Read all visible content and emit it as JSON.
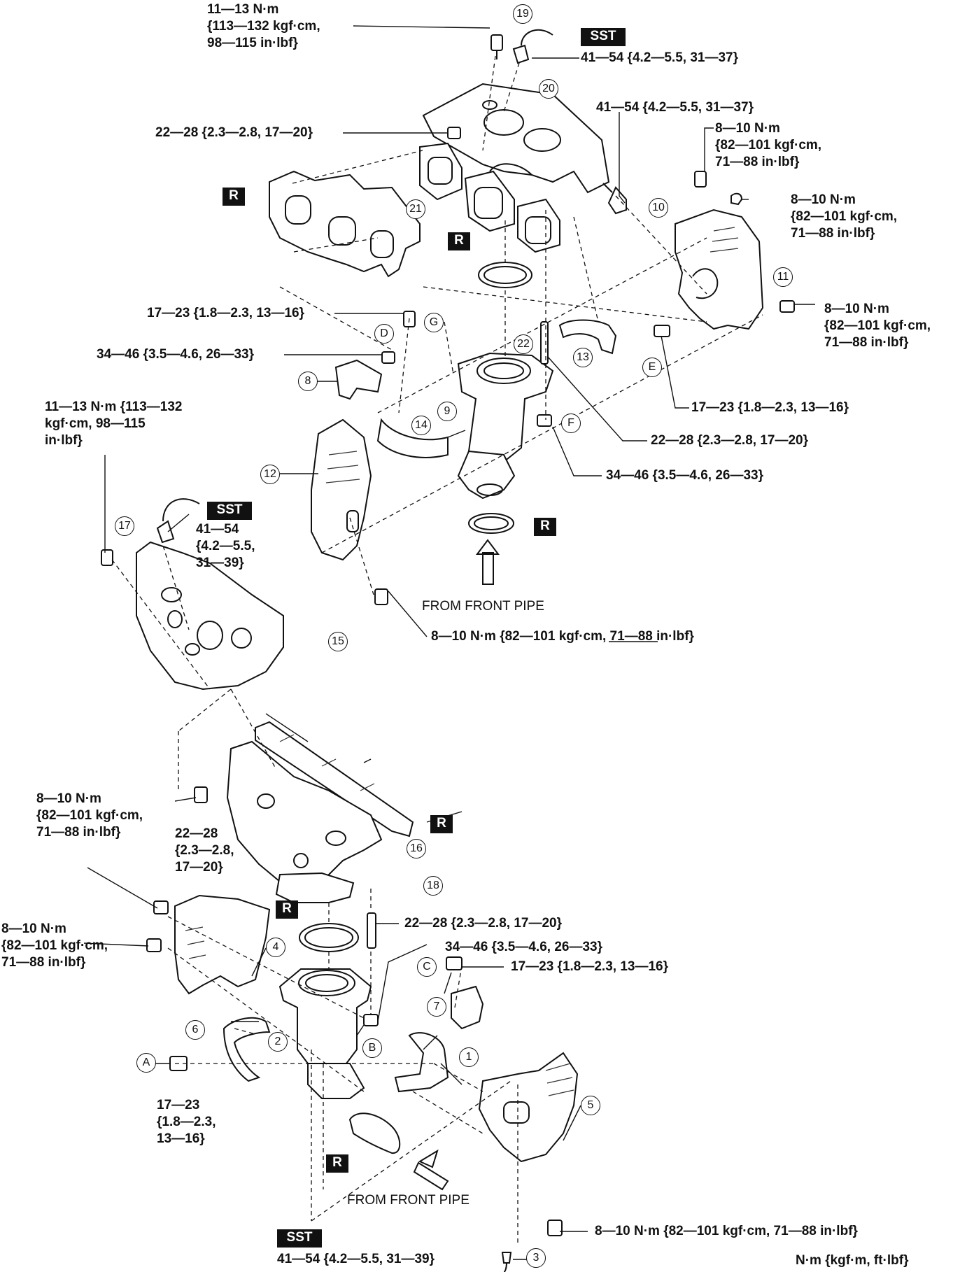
{
  "torques": {
    "t1": "11—13 N·m\n{113—132 kgf·cm,\n98—115 in·lbf}",
    "t2": "41—54 {4.2—5.5, 31—37}",
    "t3": "41—54 {4.2—5.5, 31—37}",
    "t4": "22—28 {2.3—2.8, 17—20}",
    "t5": "8—10 N·m\n{82—101 kgf·cm,\n71—88 in·lbf}",
    "t6": "8—10 N·m\n{82—101 kgf·cm,\n71—88 in·lbf}",
    "t7": "8—10 N·m\n{82—101 kgf·cm,\n71—88 in·lbf}",
    "t8": "17—23 {1.8—2.3, 13—16}",
    "t9": "34—46 {3.5—4.6, 26—33}",
    "t10": "17—23 {1.8—2.3, 13—16}",
    "t11": "22—28 {2.3—2.8, 17—20}",
    "t12": "11—13 N·m {113—132\nkgf·cm, 98—115\nin·lbf}",
    "t13": "34—46 {3.5—4.6, 26—33}",
    "t14": "41—54\n{4.2—5.5,\n31—39}",
    "t15": "8—10 N·m {82—101 kgf·cm, 71—88 in·lbf}",
    "t16": "8—10 N·m\n{82—101 kgf·cm,\n71—88 in·lbf}",
    "t17": "22—28\n{2.3—2.8,\n17—20}",
    "t18": "8—10 N·m\n{82—101 kgf·cm,\n71—88 in·lbf}",
    "t19": "22—28 {2.3—2.8, 17—20}",
    "t20": "34—46 {3.5—4.6, 26—33}",
    "t21": "17—23 {1.8—2.3, 13—16}",
    "t22": "17—23\n{1.8—2.3,\n13—16}",
    "t23": "8—10 N·m {82—101 kgf·cm, 71—88 in·lbf}",
    "t24": "41—54 {4.2—5.5, 31—39}"
  },
  "tags": {
    "sst": "SST",
    "r": "R"
  },
  "captions": {
    "front_pipe": "FROM FRONT PIPE",
    "units": "N·m {kgf·m, ft·lbf}"
  },
  "part_numbers": {
    "n1": "1",
    "n2": "2",
    "n3": "3",
    "n4": "4",
    "n5": "5",
    "n6": "6",
    "n7": "7",
    "n8": "8",
    "n9": "9",
    "n10": "10",
    "n11": "11",
    "n12": "12",
    "n13": "13",
    "n14": "14",
    "n15": "15",
    "n16": "16",
    "n17": "17",
    "n18": "18",
    "n19": "19",
    "n20": "20",
    "n21": "21",
    "n22": "22"
  },
  "letter_refs": {
    "A": "A",
    "B": "B",
    "C": "C",
    "D": "D",
    "E": "E",
    "F": "F",
    "G": "G"
  }
}
